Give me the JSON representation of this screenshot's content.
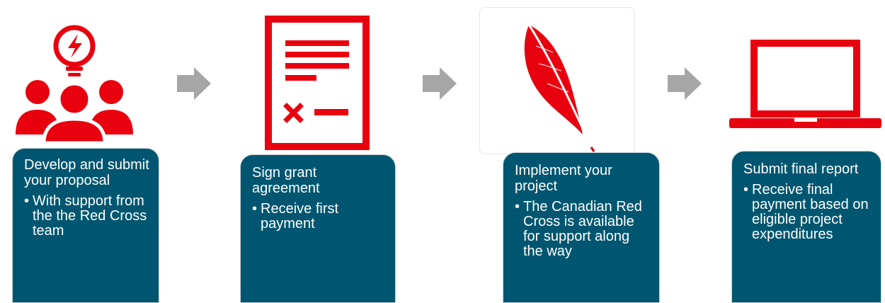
{
  "steps": [
    {
      "title": "Develop and submit your proposal",
      "bullet": "With support from the the Red Cross team",
      "icon": "team-idea-icon"
    },
    {
      "title": "Sign grant agreement",
      "bullet": "Receive first payment",
      "icon": "document-icon"
    },
    {
      "title": "Implement your project",
      "bullet": "The Canadian Red Cross is available for support along the way",
      "icon": "feather-icon"
    },
    {
      "title": "Submit final report",
      "bullet": "Receive final payment based on eligible project expenditures",
      "icon": "laptop-icon"
    }
  ],
  "colors": {
    "accent": "#e8000f",
    "box": "#005670",
    "arrow": "#a6a6a6"
  }
}
